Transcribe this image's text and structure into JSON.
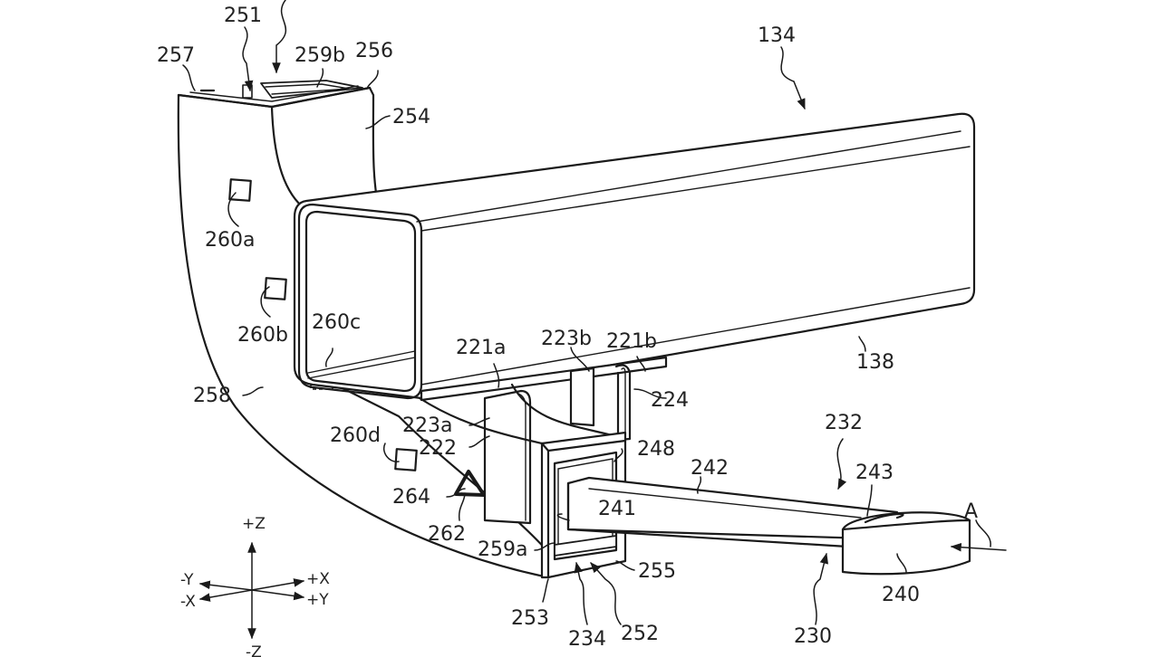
{
  "figure": {
    "title": "Patent drawing: beam with mounting bracket and arm assembly",
    "line_color": "#1a1a1a",
    "background": "#ffffff"
  },
  "labels": {
    "l251": "251",
    "l257": "257",
    "l259b": "259b",
    "l256": "256",
    "l254": "254",
    "l134": "134",
    "l260a": "260a",
    "l260b": "260b",
    "l260c": "260c",
    "l258": "258",
    "l221a": "221a",
    "l223b": "223b",
    "l221b": "221b",
    "l138": "138",
    "l224": "224",
    "l260d": "260d",
    "l223a": "223a",
    "l222": "222",
    "l232": "232",
    "l248": "248",
    "l242": "242",
    "l243": "243",
    "l264": "264",
    "l241": "241",
    "l262": "262",
    "l259a": "259a",
    "l255": "255",
    "lA": "A",
    "l240": "240",
    "l253": "253",
    "l234": "234",
    "l252": "252",
    "l230": "230"
  },
  "axes": {
    "pz": "+Z",
    "nz": "-Z",
    "py": "+Y",
    "ny": "-Y",
    "px": "+X",
    "nx": "-X"
  }
}
